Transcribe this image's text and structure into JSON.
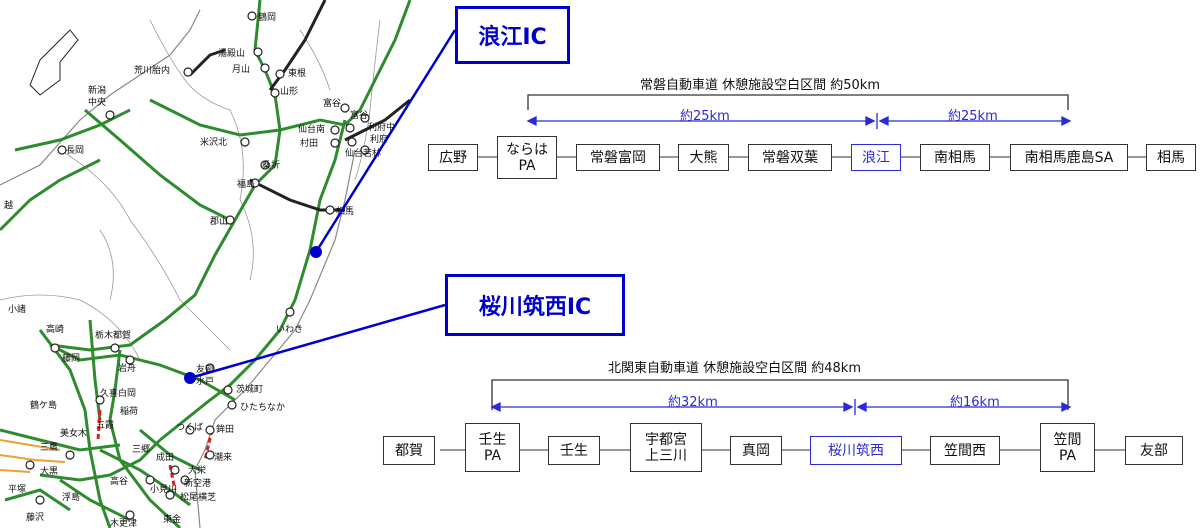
{
  "map": {
    "labels": [
      "鶴岡",
      "湯殿山",
      "月山",
      "荒川胎内",
      "東根",
      "山形",
      "新潟",
      "中央",
      "富谷",
      "富谷",
      "米沢北",
      "仙台南",
      "利府中",
      "利府",
      "村田",
      "仙台若林",
      "長岡",
      "桑折",
      "福島",
      "相馬",
      "越",
      "郡山",
      "いわき",
      "小諸",
      "高崎",
      "栃木都賀",
      "藤岡",
      "岩舟",
      "友部",
      "茨城町",
      "ひたちなか",
      "久喜白岡",
      "鶴ケ島",
      "つくば",
      "三郷",
      "潮来",
      "成田",
      "大栄",
      "新空港",
      "松尾横芝",
      "東金",
      "藤沢",
      "木更津",
      "浮島",
      "高谷",
      "大黒",
      "鉾田",
      "小見川",
      "三鷹",
      "平塚",
      "美女木",
      "稲荷",
      "五霞",
      "水戸"
    ]
  },
  "callouts": {
    "namie": "浪江IC",
    "sakuragawa": "桜川筑西IC"
  },
  "joban": {
    "title": "常磐自動車道 休憩施設空白区間 約50km",
    "dist_left": "約25km",
    "dist_right": "約25km",
    "stops": [
      "広野",
      "ならは\nPA",
      "常磐富岡",
      "大熊",
      "常磐双葉",
      "浪江",
      "南相馬",
      "南相馬鹿島SA",
      "相馬"
    ]
  },
  "kitakanto": {
    "title": "北関東自動車道 休憩施設空白区間 約48km",
    "dist_left": "約32km",
    "dist_right": "約16km",
    "stops": [
      "都賀",
      "壬生\nPA",
      "壬生",
      "宇都宮\n上三川",
      "真岡",
      "桜川筑西",
      "笠間西",
      "笠間\nPA",
      "友部"
    ]
  },
  "colors": {
    "highway": "#2e8b2e",
    "other_road": "#222222",
    "accent": "#0000cc",
    "highlight": "#2a2ad8",
    "gap_section": "#d81f1f",
    "tokyo_lines": "#f0a030"
  }
}
